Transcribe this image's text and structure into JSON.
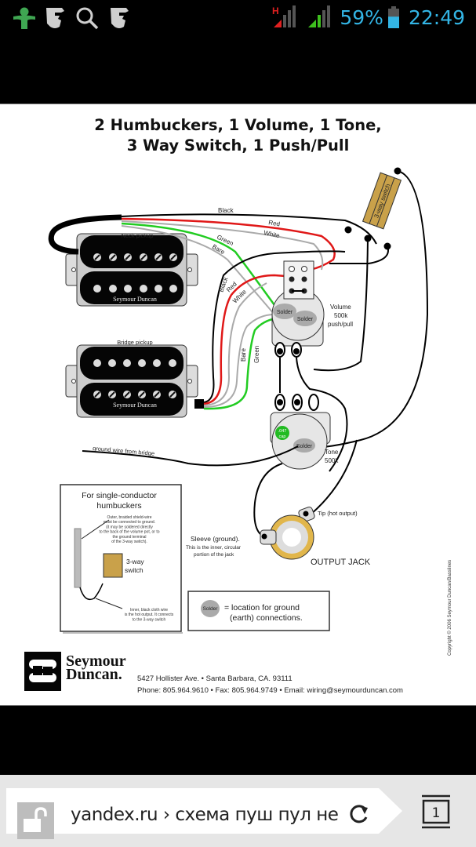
{
  "status_bar": {
    "left_icons": [
      "agent-icon",
      "incognito-icon",
      "search-icon",
      "incognito-icon"
    ],
    "network_1_label": "H",
    "battery_percent": "59%",
    "battery_level": 0.59,
    "time": "22:49",
    "colors": {
      "accent": "#33b5e5",
      "signal_red": "#e02020",
      "signal_green": "#3ec01e"
    }
  },
  "diagram": {
    "title_line1": "2 Humbuckers, 1 Volume, 1 Tone,",
    "title_line2": "3 Way Switch, 1 Push/Pull",
    "neck_pickup_label": "Neck pickup",
    "bridge_pickup_label": "Bridge pickup",
    "pickup_brand": "Seymour Duncan",
    "wire_labels": {
      "black": "Black",
      "red": "Red",
      "white": "White",
      "green": "Green",
      "bare": "Bare"
    },
    "switch_label": "3-way switch",
    "volume_label_1": "Volume",
    "volume_label_2": "500k",
    "volume_label_3": "push/pull",
    "tone_label_1": "Tone",
    "tone_label_2": "500k",
    "cap_label_1": ".047",
    "cap_label_2": "cap",
    "solder_label": "Solder",
    "ground_wire_label": "ground wire from bridge",
    "tip_label": "Tip (hot output)",
    "sleeve_label": "Sleeve (ground).",
    "sleeve_note_1": "This is the inner, circular",
    "sleeve_note_2": "portion of the jack",
    "output_jack_label": "OUTPUT JACK",
    "inset": {
      "title_1": "For single-conductor",
      "title_2": "humbuckers",
      "shield_note": [
        "Outer, braided shield-wire",
        "must be connected to ground.",
        "(it may be soldered directly",
        "to the back of the volume pot, or to",
        "the ground terminal",
        "of the 3-way switch)."
      ],
      "switch_label_1": "3-way",
      "switch_label_2": "switch",
      "hot_note": [
        "Inner, black cloth wire",
        "is the hot output.  It connects",
        "to the 3-way switch"
      ]
    },
    "legend": {
      "solder": "Solder",
      "text_1": "= location for ground",
      "text_2": "(earth) connections."
    },
    "copyright": "Copyright © 2006 Seymour Duncan/Basslines",
    "brand_line1": "Seymour",
    "brand_line2": "Duncan.",
    "address": "5427 Hollister Ave. • Santa Barbara, CA. 93111",
    "contact": "Phone: 805.964.9610 • Fax: 805.964.9749 • Email: wiring@seymourduncan.com"
  },
  "address_bar": {
    "url_text": "yandex.ru › схема пуш пул не",
    "tab_count": "1"
  }
}
